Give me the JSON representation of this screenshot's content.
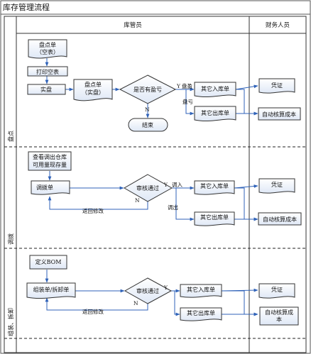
{
  "title": "库存管理流程",
  "columns": {
    "warehouse": "库管员",
    "finance": "财务人员"
  },
  "lanes": {
    "count": "盘点",
    "transfer": "调拨",
    "assembly": "组装、拆卸"
  },
  "count": {
    "sheet_blank_1": "盘点单",
    "sheet_blank_2": "（空表）",
    "print_blank": "打印空表",
    "actual_count": "实盘",
    "sheet_actual_1": "盘点单",
    "sheet_actual_2": "（实盘）",
    "decision": "是否有盈亏",
    "yes": "Y",
    "no": "N",
    "surplus": "盘盈",
    "deficit": "盘亏",
    "other_in": "其它入库单",
    "other_out": "其它出库单",
    "end": "结束",
    "voucher": "凭证",
    "auto_cost": "自动核算成本"
  },
  "transfer": {
    "check_1": "查看调出仓库",
    "check_2": "可用量现存量",
    "transfer_sheet": "调拨单",
    "decision": "审核通过",
    "yes": "Y",
    "no": "N",
    "transfer_in": "调入",
    "transfer_out": "调出",
    "other_in": "其它入库单",
    "other_out": "其它出库单",
    "return": "返回修改",
    "voucher": "凭证",
    "auto_cost": "自动核算成本"
  },
  "assembly": {
    "define_bom": "定义BOM",
    "assembly_sheet": "组装单/拆卸单",
    "decision": "审核通过",
    "yes": "Y",
    "no": "N",
    "other_in": "其它入库单",
    "other_out": "其它出库单",
    "return": "返回修改",
    "voucher": "凭证",
    "auto_cost_1": "自动核算成",
    "auto_cost_2": "本"
  }
}
